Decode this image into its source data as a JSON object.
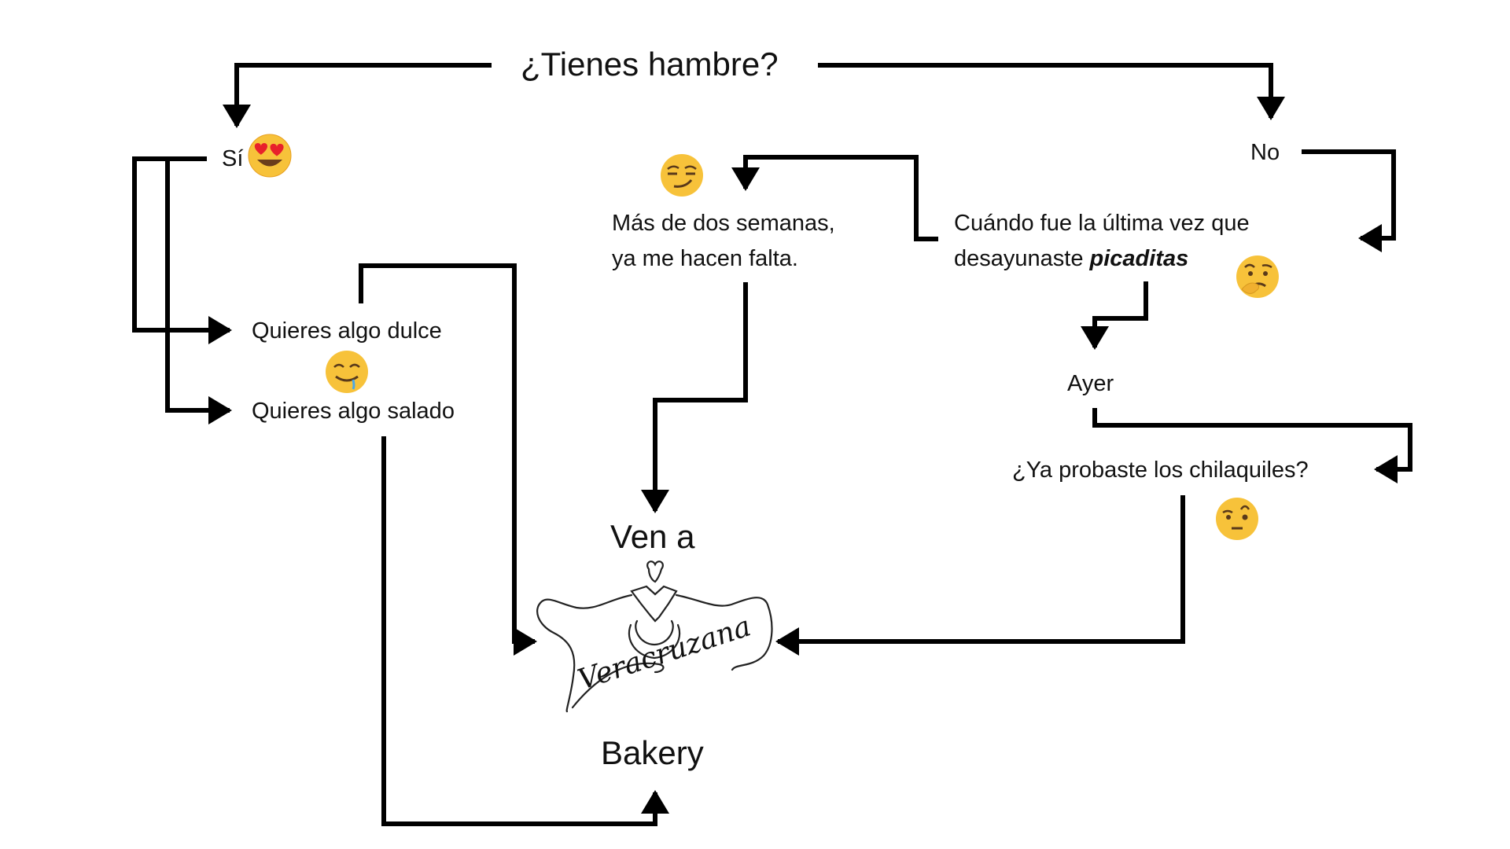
{
  "title": "¿Tienes hambre?",
  "nodes": {
    "yes": "Sí",
    "no": "No",
    "sweet": "Quieres algo dulce",
    "savory": "Quieres algo salado",
    "last_time_line1": "Cuándo fue la última vez que",
    "last_time_line2_prefix": "desayunaste ",
    "last_time_line2_emph": "picaditas",
    "weeks_line1": "Más de dos semanas,",
    "weeks_line2": "ya me hacen falta.",
    "yesterday": "Ayer",
    "chilaquiles": "¿Ya probaste los chilaquiles?",
    "come_to": "Ven a",
    "logo_script": "Veracruzana",
    "bakery": "Bakery"
  },
  "emojis": {
    "yes": "heart-eyes-face",
    "weeks": "smirking-face",
    "savory": "drooling-face",
    "last_time": "thinking-face",
    "chilaquiles": "raised-eyebrow-face"
  }
}
